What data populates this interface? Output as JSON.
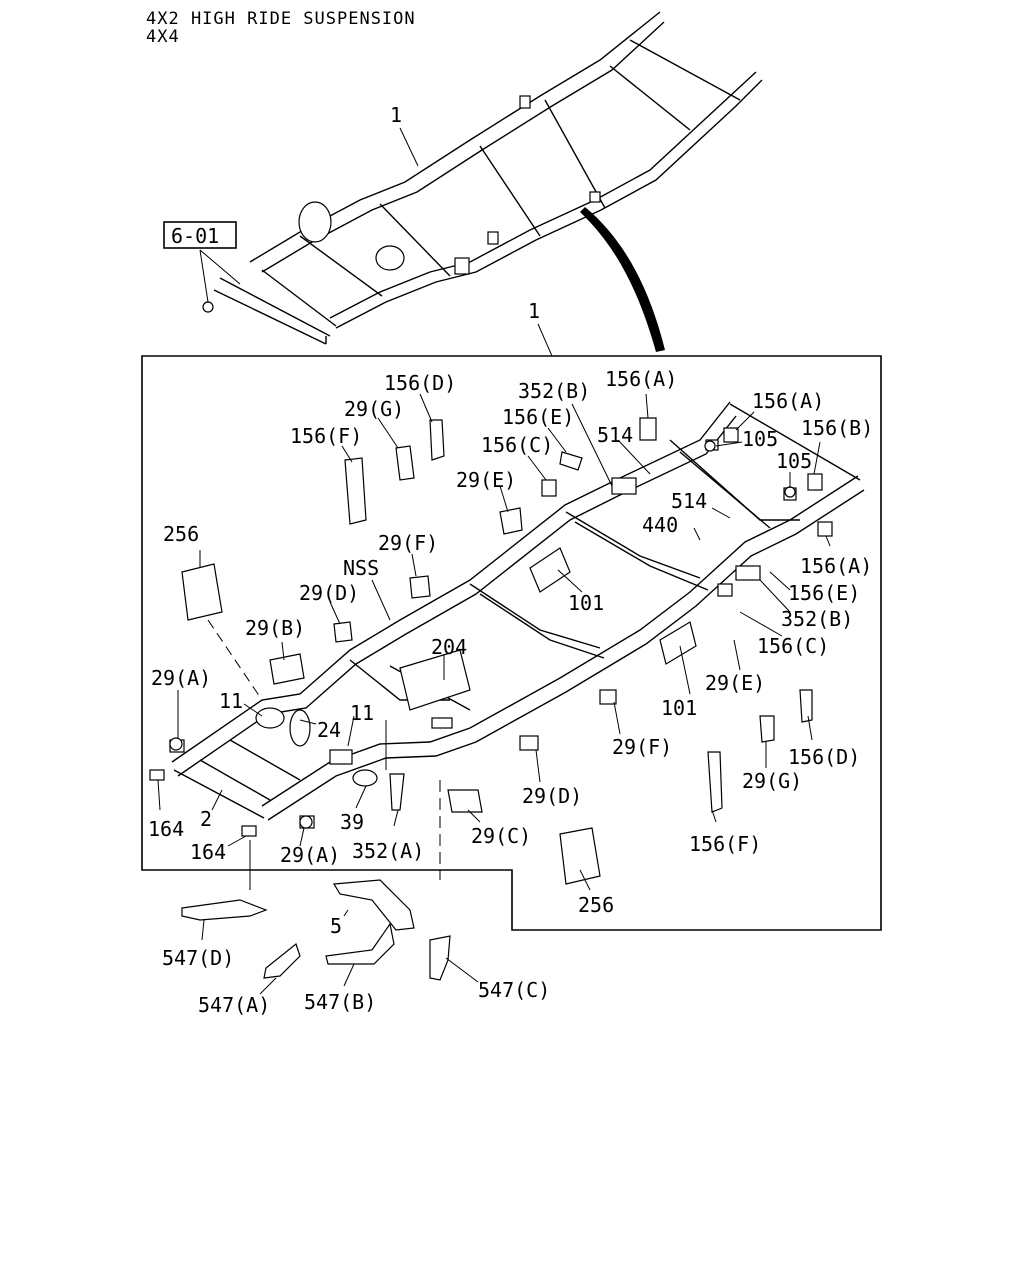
{
  "header": {
    "line1": "4X2   HIGH RIDE SUSPENSION",
    "line2": "4X4"
  },
  "overview": {
    "ref_box": "6-01",
    "frame_label": "1"
  },
  "detail": {
    "frame_label": "1",
    "labels": {
      "l156D_top": "156(D)",
      "l29G_top": "29(G)",
      "l156F_top": "156(F)",
      "l352B_top": "352(B)",
      "l156A_top": "156(A)",
      "l156E_top": "156(E)",
      "l156C_top": "156(C)",
      "l514_top": "514",
      "l156A_r1": "156(A)",
      "l105_a": "105",
      "l156B": "156(B)",
      "l105_b": "105",
      "l29E_top": "29(E)",
      "l514_mid": "514",
      "l440": "440",
      "l256_left": "256",
      "l29F_top": "29(F)",
      "lNSS": "NSS",
      "l101_a": "101",
      "l156A_r2": "156(A)",
      "l156E_r": "156(E)",
      "l29D_left": "29(D)",
      "l352B_r": "352(B)",
      "l156C_r": "156(C)",
      "l29B": "29(B)",
      "l204": "204",
      "l29A_left": "29(A)",
      "l11_a": "11",
      "l24": "24",
      "l11_b": "11",
      "l29E_r": "29(E)",
      "l101_b": "101",
      "l156D_r": "156(D)",
      "l29F_r": "29(F)",
      "l29G_r": "29(G)",
      "l29D_bot": "29(D)",
      "l164_a": "164",
      "l2": "2",
      "l39": "39",
      "l352A": "352(A)",
      "l29C": "29(C)",
      "l156F_r": "156(F)",
      "l164_b": "164",
      "l29A_bot": "29(A)",
      "l256_bot": "256"
    }
  },
  "lower": {
    "labels": {
      "l5": "5",
      "l547D": "547(D)",
      "l547A": "547(A)",
      "l547B": "547(B)",
      "l547C": "547(C)"
    }
  }
}
